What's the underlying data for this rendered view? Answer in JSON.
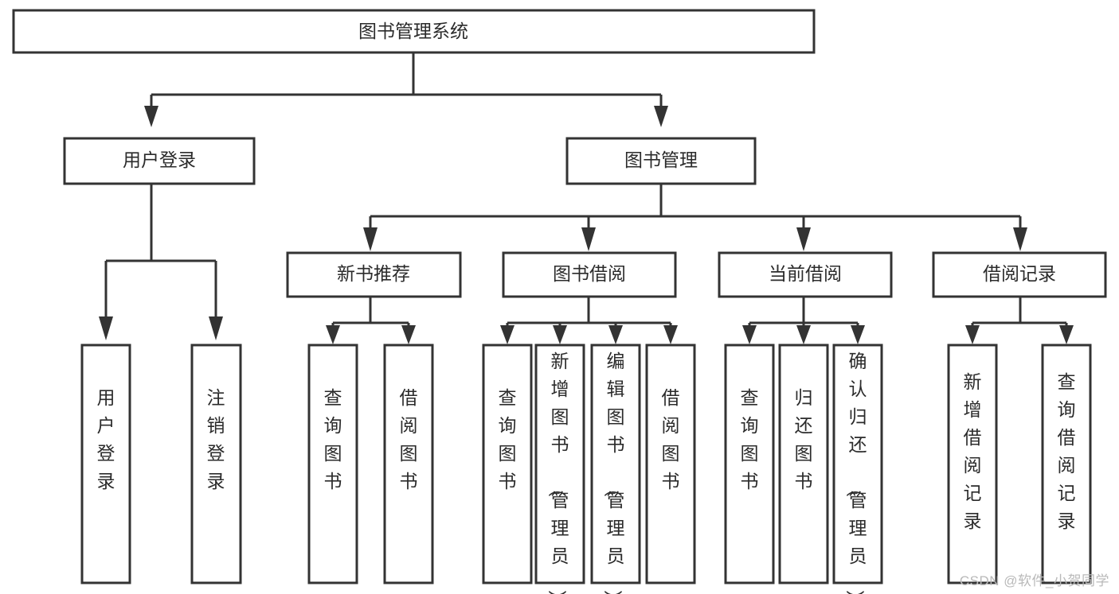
{
  "diagram": {
    "type": "tree-hierarchy",
    "title": "图书管理系统",
    "watermark": "CSDN @软件_小贺同学",
    "colors": {
      "background": "#ffffff",
      "box_fill": "#ffffff",
      "box_stroke": "#333333",
      "text": "#2b2b2b",
      "watermark": "#b9b9b9"
    },
    "levels": {
      "root": {
        "label": "图书管理系统"
      },
      "level2": [
        {
          "id": "user-login",
          "label": "用户登录"
        },
        {
          "id": "book-manage",
          "label": "图书管理"
        }
      ],
      "level3": [
        {
          "id": "new-book-recommend",
          "label": "新书推荐",
          "parent": "book-manage"
        },
        {
          "id": "book-borrow",
          "label": "图书借阅",
          "parent": "book-manage"
        },
        {
          "id": "current-borrow",
          "label": "当前借阅",
          "parent": "book-manage"
        },
        {
          "id": "borrow-record",
          "label": "借阅记录",
          "parent": "book-manage"
        }
      ],
      "leaves": [
        {
          "id": "leaf-user-login",
          "label": "用户登录",
          "parent": "user-login"
        },
        {
          "id": "leaf-logout",
          "label": "注销登录",
          "parent": "user-login"
        },
        {
          "id": "leaf-query-book-1",
          "label": "查询图书",
          "parent": "new-book-recommend"
        },
        {
          "id": "leaf-borrow-book-1",
          "label": "借阅图书",
          "parent": "new-book-recommend"
        },
        {
          "id": "leaf-query-book-2",
          "label": "查询图书",
          "parent": "book-borrow"
        },
        {
          "id": "leaf-add-book",
          "label": "新增图书（管理员）",
          "parent": "book-borrow"
        },
        {
          "id": "leaf-edit-book",
          "label": "编辑图书（管理员）",
          "parent": "book-borrow"
        },
        {
          "id": "leaf-borrow-book-2",
          "label": "借阅图书",
          "parent": "book-borrow"
        },
        {
          "id": "leaf-query-book-3",
          "label": "查询图书",
          "parent": "current-borrow"
        },
        {
          "id": "leaf-return-book",
          "label": "归还图书",
          "parent": "current-borrow"
        },
        {
          "id": "leaf-confirm-return",
          "label": "确认归还（管理员）",
          "parent": "current-borrow"
        },
        {
          "id": "leaf-add-record",
          "label": "新增借阅记录",
          "parent": "borrow-record"
        },
        {
          "id": "leaf-query-record",
          "label": "查询借阅记录",
          "parent": "borrow-record"
        }
      ]
    }
  }
}
